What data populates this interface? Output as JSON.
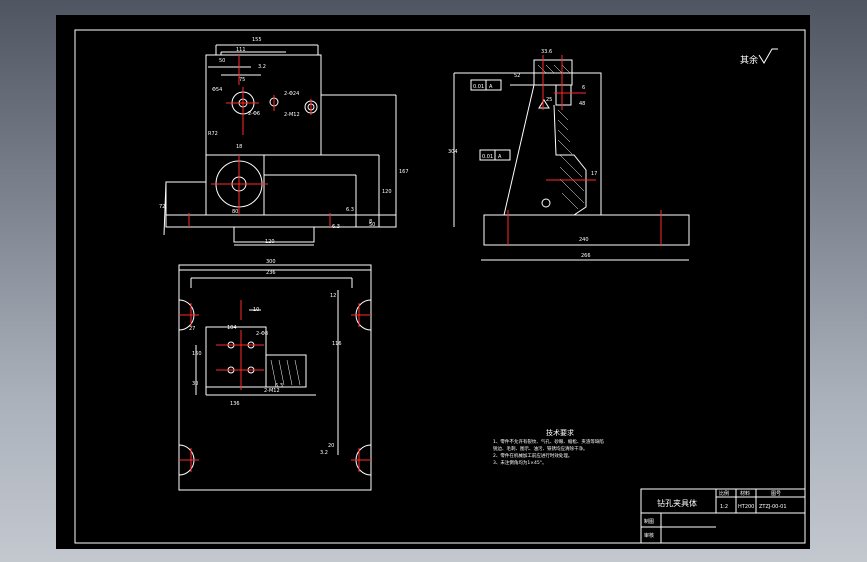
{
  "colors": {
    "background": "#000000",
    "line": "#ffffff",
    "center": "#ff2a2a",
    "dim": "#ffffff",
    "accent": "#00ff00"
  },
  "roughness": {
    "label": "其余"
  },
  "front_view": {
    "dims": {
      "width_total": "155",
      "inner_width": "111",
      "left_offset": "50",
      "hole_spacing": "75",
      "bore_label": "Φ54",
      "bore_small": "2-Φ6",
      "hole_a": "2-Φ24",
      "hole_b": "2-M12",
      "angle": "3.2",
      "offset_r": "R72",
      "small": "18",
      "base_w": "80",
      "height_a": "120",
      "height_b": "167",
      "left_h": "72",
      "bottom_w": "120",
      "right_small": "8",
      "right_small2": "50",
      "rough_a": "6.3",
      "rough_b": "6.3"
    }
  },
  "side_view": {
    "dims": {
      "top_w": "33.6",
      "top_w2": "52",
      "tol_a": "0.01",
      "tol_b": "0.01",
      "tol_ref_a": "A",
      "tol_ref_b": "A",
      "h_left": "304",
      "h_small": "6",
      "base_w": "240",
      "base_total": "266",
      "small_a": "25",
      "small_b": "48",
      "small_c": "17"
    }
  },
  "top_view": {
    "dims": {
      "total_w": "300",
      "inner_w": "236",
      "hole_note": "10",
      "d1": "12",
      "d2": "104",
      "d3": "2-Φ8",
      "d4": "2-M12",
      "d5": "116",
      "d6": "27",
      "d7": "136",
      "d8": "160",
      "d9": "30",
      "d10": "6.3",
      "d11": "20",
      "d12": "3.2"
    }
  },
  "tech_requirements": {
    "title": "技术要求",
    "items": [
      "1、零件不允许有裂纹、气孔、砂眼、缩松、夹渣等缺陷",
      "   锐边、毛刺、图示、油污、铁锈均应清除干净。",
      "2、零件在机械加工前应进行时效处理。",
      "3、未注倒角均为1×45°。"
    ]
  },
  "title_block": {
    "name": "钻孔夹具体",
    "scale_label": "比例",
    "material_label": "材料",
    "drawing_no_label": "图号",
    "scale": "1:2",
    "material": "HT200",
    "drawing_no": "ZTZJ-00-01",
    "drawn_label": "制图",
    "checked_label": "审核"
  }
}
